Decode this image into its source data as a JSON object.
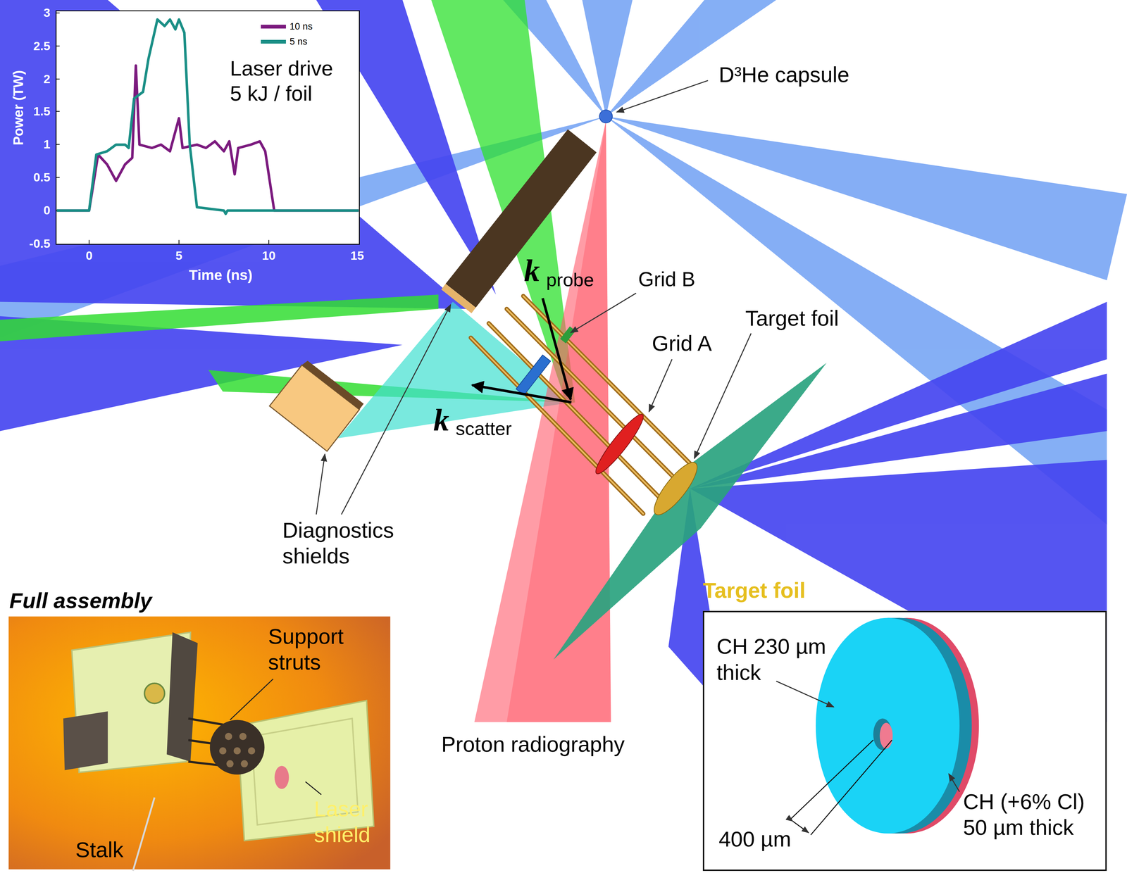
{
  "diagram": {
    "nodes": [
      {
        "text": [
          "Laser drive 5 kJ / foil"
        ]
      },
      {
        "text": [
          "Full assembly",
          "Support struts",
          "Laser shield",
          "Stalk"
        ]
      },
      {
        "text": [
          "Target foil",
          "CH 230 µm thick",
          "400 µm",
          "CH (+6% Cl) 50 µm thick"
        ]
      }
    ],
    "labels": [
      "3",
      "2.5",
      "2",
      "1.5",
      "1",
      "0.5",
      "0",
      "-0.5",
      "0",
      "5",
      "10",
      "15",
      "Power (TW)",
      "Time (ns)",
      "D³He capsule",
      "k",
      "probe",
      "Grid B",
      "Target foil",
      "Grid A",
      "k",
      "scatter",
      "Diagnostics shields",
      "Proton radiography"
    ],
    "legend": [
      {
        "text": "10 ns",
        "color": "#7b1a7e"
      },
      {
        "text": "5 ns",
        "color": "#1a8f86"
      }
    ]
  }
}
